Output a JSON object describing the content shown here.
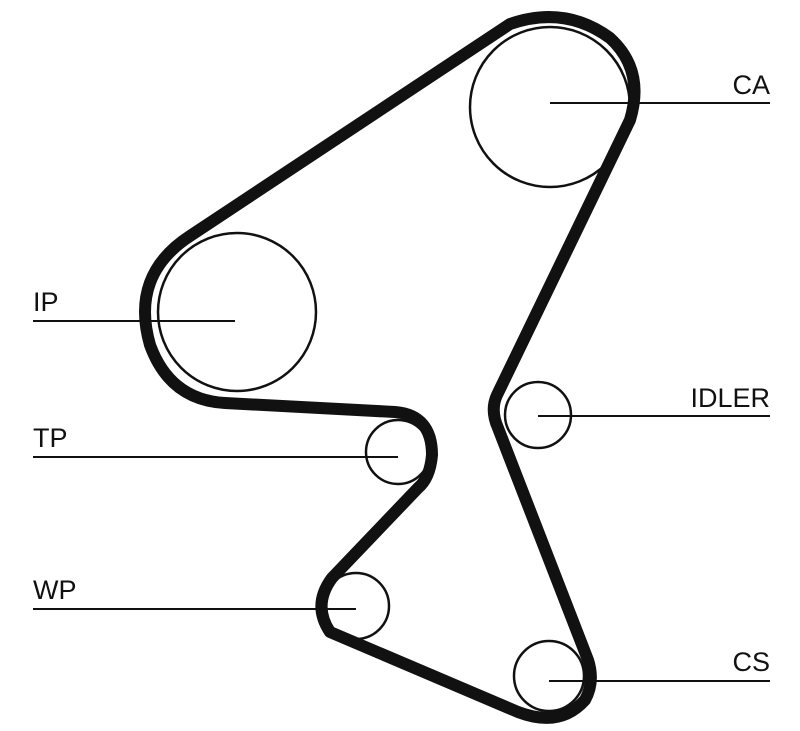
{
  "diagram": {
    "title_hidden": null,
    "pulleys": [
      {
        "id": "ca",
        "label": "CA"
      },
      {
        "id": "ip",
        "label": "IP"
      },
      {
        "id": "tp",
        "label": "TP"
      },
      {
        "id": "idler",
        "label": "IDLER"
      },
      {
        "id": "wp",
        "label": "WP"
      },
      {
        "id": "cs",
        "label": "CS"
      }
    ],
    "colors": {
      "belt": "#111111",
      "line": "#111111",
      "background": "#ffffff"
    }
  }
}
